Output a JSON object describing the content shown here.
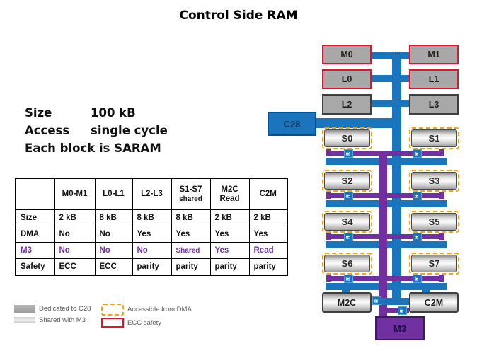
{
  "title": "Control Side RAM",
  "info": {
    "line1_label": "Size",
    "line1_value": "100 kB",
    "line2_label": "Access",
    "line2_value": "single cycle",
    "line3_label": "Each block is SARAM"
  },
  "table": {
    "headers": [
      {
        "top": "M0-M1",
        "bottom": ""
      },
      {
        "top": "L0-L1",
        "bottom": ""
      },
      {
        "top": "L2-L3",
        "bottom": ""
      },
      {
        "top": "S1-S7",
        "bottom": "shared"
      },
      {
        "top": "M2C",
        "bottom": "Read"
      },
      {
        "top": "C2M",
        "bottom": ""
      }
    ],
    "rows": [
      {
        "label": "Size",
        "purple": false,
        "cells": [
          "2 kB",
          "8 kB",
          "8 kB",
          "8 kB",
          "2 kB",
          "2 kB"
        ]
      },
      {
        "label": "DMA",
        "purple": false,
        "cells": [
          "No",
          "No",
          "Yes",
          "Yes",
          "Yes",
          "Yes"
        ]
      },
      {
        "label": "M3",
        "purple": true,
        "cells": [
          "No",
          "No",
          "No",
          "Shared",
          "Yes",
          "Read"
        ]
      },
      {
        "label": "Safety",
        "purple": false,
        "cells": [
          "ECC",
          "ECC",
          "parity",
          "parity",
          "parity",
          "parity"
        ]
      }
    ]
  },
  "legend": [
    {
      "label": "Dedicated to C28"
    },
    {
      "label": "Shared with M3"
    },
    {
      "label": "Accessible from DMA"
    },
    {
      "label": "ECC safety"
    }
  ],
  "diagram": {
    "arbiter_label": "R",
    "blocks": {
      "m0": "M0",
      "m1": "M1",
      "l0": "L0",
      "l1": "L1",
      "l2": "L2",
      "l3": "L3",
      "c28": "C28",
      "s0": "S0",
      "s1": "S1",
      "s2": "S2",
      "s3": "S3",
      "s4": "S4",
      "s5": "S5",
      "s6": "S6",
      "s7": "S7",
      "m2c": "M2C",
      "c2m": "C2M",
      "m3": "M3"
    }
  },
  "colors": {
    "bus_blue": "#1b75bc",
    "bus_purple": "#7030a0",
    "ecc_red": "#e8112d",
    "dma_orange": "#f0a50a",
    "m3_text": "#7030a0"
  }
}
